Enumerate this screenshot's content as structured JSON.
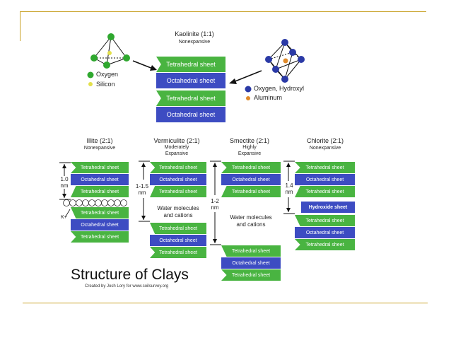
{
  "kaolinite": {
    "title": "Kaolinite (1:1)",
    "subtitle": "Nonexpansive",
    "sheets": [
      "Tetrahedral sheet",
      "Octahedral sheet",
      "Tetrahedral sheet",
      "Octahedral sheet"
    ]
  },
  "legend_left": {
    "oxygen": "Oxygen",
    "silicon": "Silicon"
  },
  "legend_right": {
    "oxygen_hydroxyl": "Oxygen, Hydroxyl",
    "aluminum": "Aluminum"
  },
  "illite": {
    "title": "Illite (2:1)",
    "subtitle": "Nonexpansive",
    "spacing": [
      "1.0",
      "nm"
    ],
    "k_label": "K+",
    "sheets": [
      "Tetrahedral sheet",
      "Octahedral sheet",
      "Tetrahedral sheet",
      "Tetrahedral sheet",
      "Octahedral sheet",
      "Tetrahedral sheet"
    ]
  },
  "vermiculite": {
    "title": "Vermiculite (2:1)",
    "subtitle1": "Moderately",
    "subtitle2": "Expansive",
    "spacing": [
      "1-1.5",
      "nm"
    ],
    "water1": "Water molecules",
    "water2": "and cations",
    "sheets": [
      "Tetrahedral sheet",
      "Octahedral sheet",
      "Tetrahedral sheet",
      "Tetrahedral sheet",
      "Octahedral sheet",
      "Tetrahedral sheet"
    ]
  },
  "smectite": {
    "title": "Smectite (2:1)",
    "subtitle1": "Highly",
    "subtitle2": "Expansive",
    "spacing": [
      "1-2",
      "nm"
    ],
    "water1": "Water molecules",
    "water2": "and cations",
    "sheets": [
      "Tetrahedral sheet",
      "Octahedral sheet",
      "Tetrahedral sheet",
      "Tetrahedral sheet",
      "Octahedral sheet",
      "Tetrahedral sheet"
    ]
  },
  "chlorite": {
    "title": "Chlorite (2:1)",
    "subtitle": "Nonexpansive",
    "spacing": [
      "1.4",
      "nm"
    ],
    "sheets": [
      "Tetrahedral sheet",
      "Octahedral sheet",
      "Tetrahedral sheet",
      "Hydroxide sheet",
      "Tetrahedral sheet",
      "Octahedral sheet",
      "Tetrahedral sheet"
    ]
  },
  "footer": {
    "title": "Structure of Clays",
    "credit": "Created by Josh Lory for www.soilsurvey.org"
  },
  "colors": {
    "tetrahedral": "#49b441",
    "octahedral": "#3d4cc2",
    "oxygen": "#2fa82f",
    "silicon": "#e3e04a",
    "oxygen_hydroxyl": "#2b3aa6",
    "aluminum": "#e08a2a",
    "accent_line": "#c9a227"
  }
}
